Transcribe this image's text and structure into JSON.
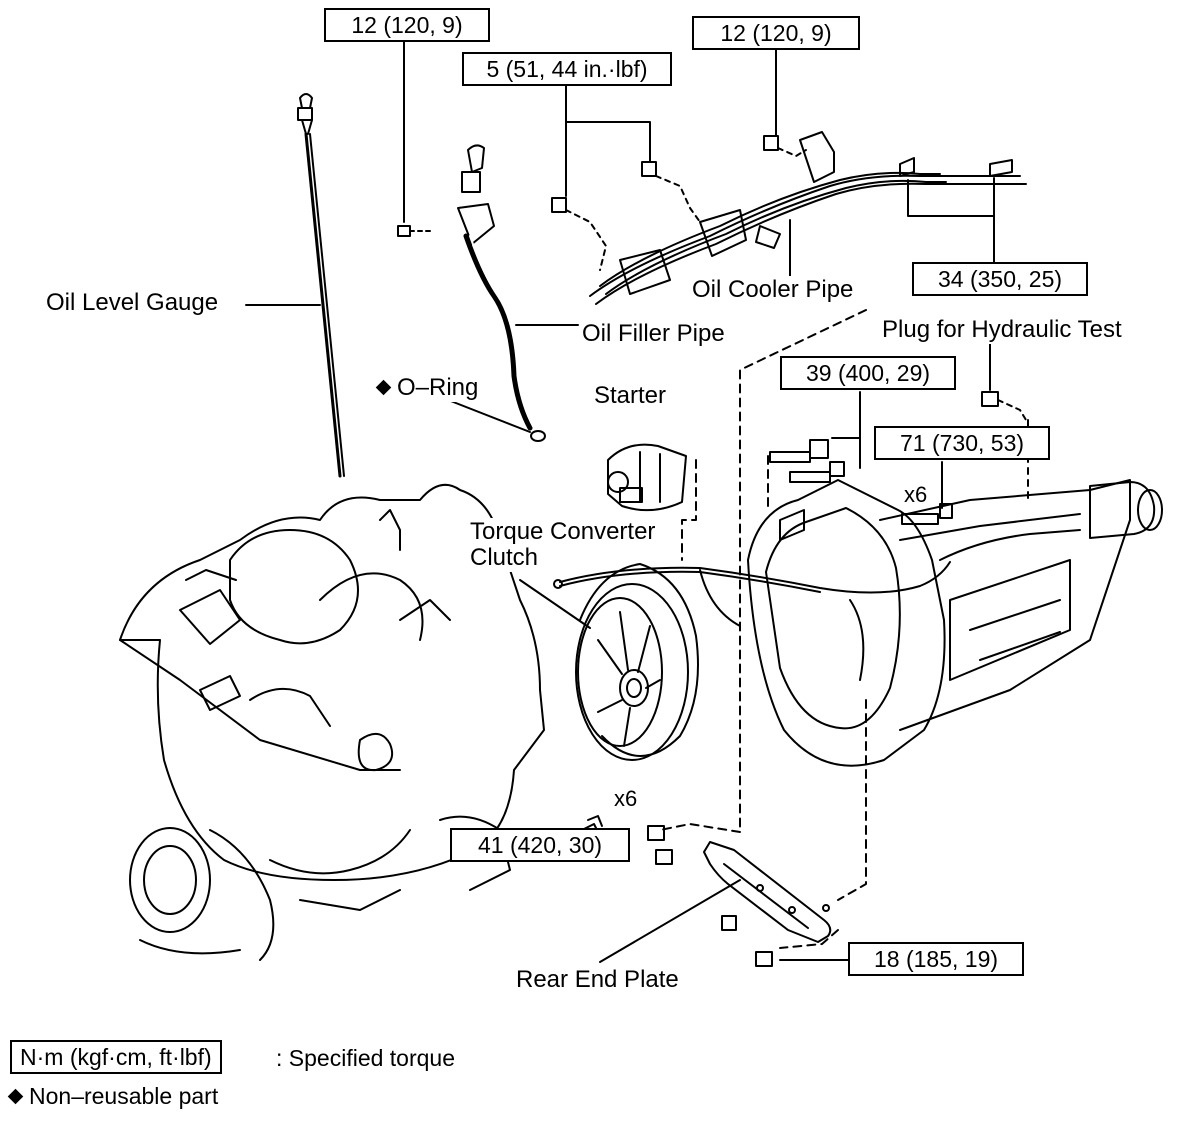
{
  "torque_specs": {
    "t1": "12 (120, 9)",
    "t2": "5 (51, 44 in.·lbf)",
    "t3": "12 (120, 9)",
    "t4": "34 (350, 25)",
    "t5": "39 (400, 29)",
    "t6": "71 (730, 53)",
    "t7": "41 (420, 30)",
    "t8": "18 (185, 19)"
  },
  "parts": {
    "oil_level_gauge": "Oil Level Gauge",
    "oil_filler_pipe": "Oil Filler Pipe",
    "o_ring": "O–Ring",
    "oil_cooler_pipe": "Oil Cooler Pipe",
    "plug_hydraulic_test": "Plug for Hydraulic Test",
    "starter": "Starter",
    "torque_converter_line1": "Torque Converter",
    "torque_converter_line2": "Clutch",
    "rear_end_plate": "Rear End Plate"
  },
  "quantities": {
    "x6_bolts": "x6",
    "x6_converter": "x6"
  },
  "legend": {
    "unit_box": "N·m (kgf·cm, ft·lbf)",
    "unit_text": ": Specified torque",
    "non_reusable": "Non–reusable part"
  }
}
